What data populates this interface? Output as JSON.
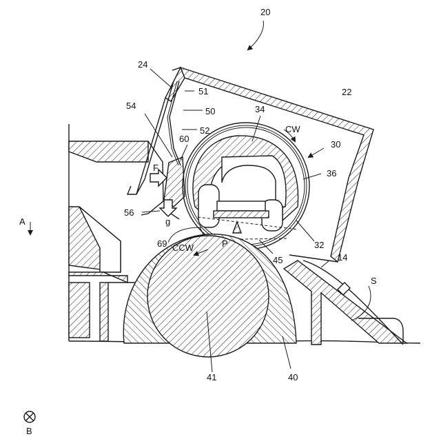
{
  "labels": {
    "n20": "20",
    "n22": "22",
    "n24": "24",
    "n51": "51",
    "n50": "50",
    "n52": "52",
    "n54": "54",
    "n60": "60",
    "n34": "34",
    "cw": "CW",
    "n30": "30",
    "n36": "36",
    "f": "F",
    "n56": "56",
    "g": "g",
    "n69": "69",
    "ccw": "CCW",
    "p": "P",
    "n45": "45",
    "n32": "32",
    "n14": "14",
    "s": "S",
    "a": "A",
    "n41": "41",
    "n40": "40",
    "b": "B"
  }
}
